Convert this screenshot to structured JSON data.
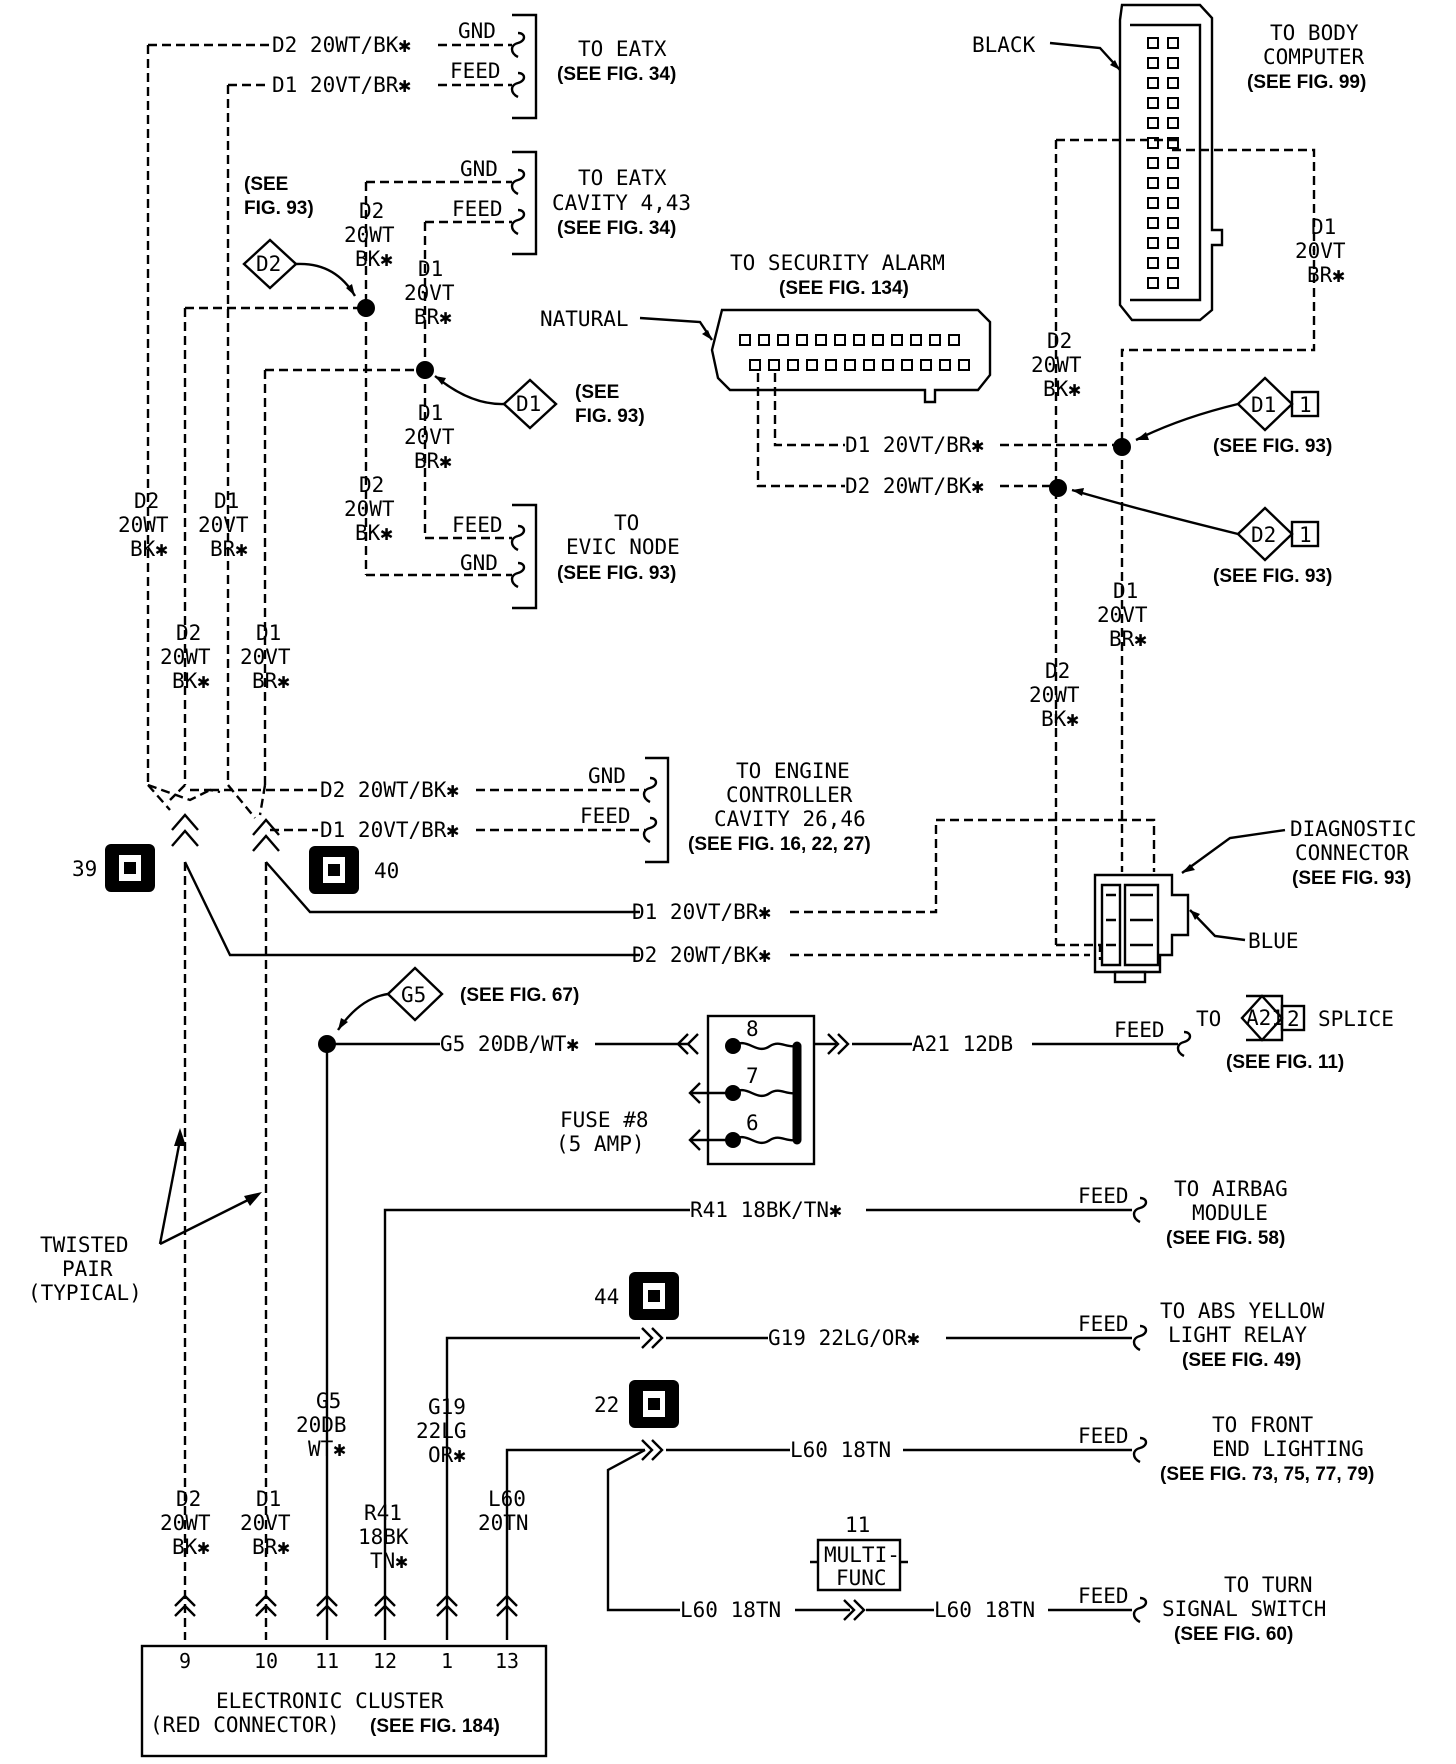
{
  "eatx_1": {
    "wire_d2": "D2 20WT/BK✱",
    "wire_d1": "D1 20VT/BR✱",
    "gnd": "GND",
    "feed": "FEED",
    "title": "TO EATX",
    "ref": "(SEE FIG. 34)"
  },
  "eatx_2": {
    "gnd": "GND",
    "feed": "FEED",
    "title_1": "TO EATX",
    "title_2": "CAVITY 4,43",
    "ref": "(SEE FIG. 34)"
  },
  "evic": {
    "feed": "FEED",
    "gnd": "GND",
    "title_1": "TO",
    "title_2": "EVIC NODE",
    "ref": "(SEE FIG. 93)"
  },
  "splice_left": {
    "d2_label": "D2",
    "d1_label": "D1",
    "see_1": "(SEE",
    "see_2": "FIG. 93)",
    "see_d1_1": "(SEE",
    "see_d1_2": "FIG. 93)"
  },
  "wire_labels": {
    "d2": "D2",
    "d1": "D1",
    "wt": "20WT",
    "vt": "20VT",
    "bk": "BK✱",
    "br": "BR✱"
  },
  "security_alarm": {
    "title": "TO SECURITY ALARM",
    "ref": "(SEE FIG. 134)",
    "color": "NATURAL",
    "wire_d1": "D1 20VT/BR✱",
    "wire_d2": "D2 20WT/BK✱"
  },
  "body_computer": {
    "title_1": "TO BODY",
    "title_2": "COMPUTER",
    "ref": "(SEE FIG. 99)",
    "color": "BLACK"
  },
  "splices_right": {
    "d1": "D1",
    "d2": "D2",
    "num": "1",
    "ref_d1": "(SEE FIG. 93)",
    "ref_d2": "(SEE FIG. 93)"
  },
  "engine_controller": {
    "wire_d2": "D2 20WT/BK✱",
    "wire_d1": "D1 20VT/BR✱",
    "gnd": "GND",
    "feed": "FEED",
    "title_1": "TO ENGINE",
    "title_2": "CONTROLLER",
    "title_3": "CAVITY 26,46",
    "ref": "(SEE FIG. 16, 22, 27)"
  },
  "grounds": {
    "g39": "39",
    "g40": "40",
    "g44": "44",
    "g22": "22"
  },
  "diagnostic": {
    "wire_d1": "D1 20VT/BR✱",
    "wire_d2": "D2 20WT/BK✱",
    "title_1": "DIAGNOSTIC",
    "title_2": "CONNECTOR",
    "ref": "(SEE FIG. 93)",
    "color": "BLUE"
  },
  "g5": {
    "label": "G5",
    "ref": "(SEE FIG. 67)",
    "wire": "G5 20DB/WT✱",
    "vertical_1": "G5",
    "vertical_2": "20DB",
    "vertical_3": "WT✱"
  },
  "fuse": {
    "label_1": "FUSE #8",
    "label_2": "(5 AMP)",
    "pin_8": "8",
    "pin_7": "7",
    "pin_6": "6",
    "out_wire": "A21 12DB",
    "feed": "FEED",
    "to": "TO",
    "splice_id": "A21",
    "splice_num": "2",
    "splice_word": "SPLICE",
    "ref": "(SEE FIG. 11)"
  },
  "airbag": {
    "wire": "R41 18BK/TN✱",
    "feed": "FEED",
    "title_1": "TO AIRBAG",
    "title_2": "MODULE",
    "ref": "(SEE FIG. 58)",
    "vertical_1": "R41",
    "vertical_2": "18BK",
    "vertical_3": "TN✱"
  },
  "abs": {
    "wire": "G19 22LG/OR✱",
    "feed": "FEED",
    "title_1": "TO ABS YELLOW",
    "title_2": "LIGHT RELAY",
    "ref": "(SEE FIG. 49)",
    "vertical_1": "G19",
    "vertical_2": "22LG",
    "vertical_3": "OR✱"
  },
  "front_lighting": {
    "wire": "L60 18TN",
    "feed": "FEED",
    "title_1": "TO FRONT",
    "title_2": "END LIGHTING",
    "ref": "(SEE FIG. 73, 75, 77, 79)",
    "vertical_1": "L60",
    "vertical_2": "20TN"
  },
  "turn_signal": {
    "wire_in": "L60 18TN",
    "wire_out": "L60 18TN",
    "feed": "FEED",
    "title_1": "TO TURN",
    "title_2": "SIGNAL SWITCH",
    "ref": "(SEE FIG. 60)",
    "multi_num": "11",
    "multi_1": "MULTI-",
    "multi_2": "FUNC"
  },
  "twisted_pair": {
    "line_1": "TWISTED",
    "line_2": "PAIR",
    "line_3": "(TYPICAL)"
  },
  "cluster": {
    "pins": [
      "9",
      "10",
      "11",
      "12",
      "1",
      "13"
    ],
    "title_1": "ELECTRONIC CLUSTER",
    "title_2a": "(RED CONNECTOR)",
    "title_2b": "(SEE FIG. 184)"
  }
}
